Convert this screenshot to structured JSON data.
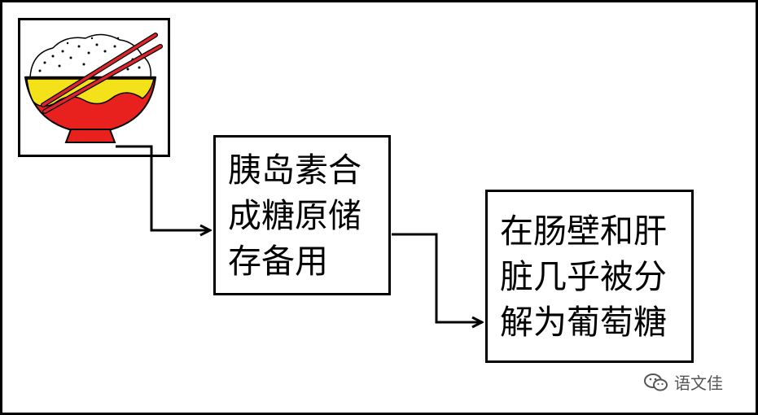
{
  "nodes": {
    "rice_bowl": {
      "icon": "rice-bowl-icon"
    },
    "insulin_step": {
      "text": "胰岛素合成糖原储存备用"
    },
    "digestion_step": {
      "text": "在肠壁和肝脏几乎被分解为葡萄糖"
    }
  },
  "watermark": {
    "icon": "wechat-icon",
    "text": "语文佳"
  },
  "colors": {
    "line": "#000000",
    "bowl_red": "#e8201e",
    "bowl_yellow": "#f3e21a",
    "chopsticks": "#e0242b"
  }
}
